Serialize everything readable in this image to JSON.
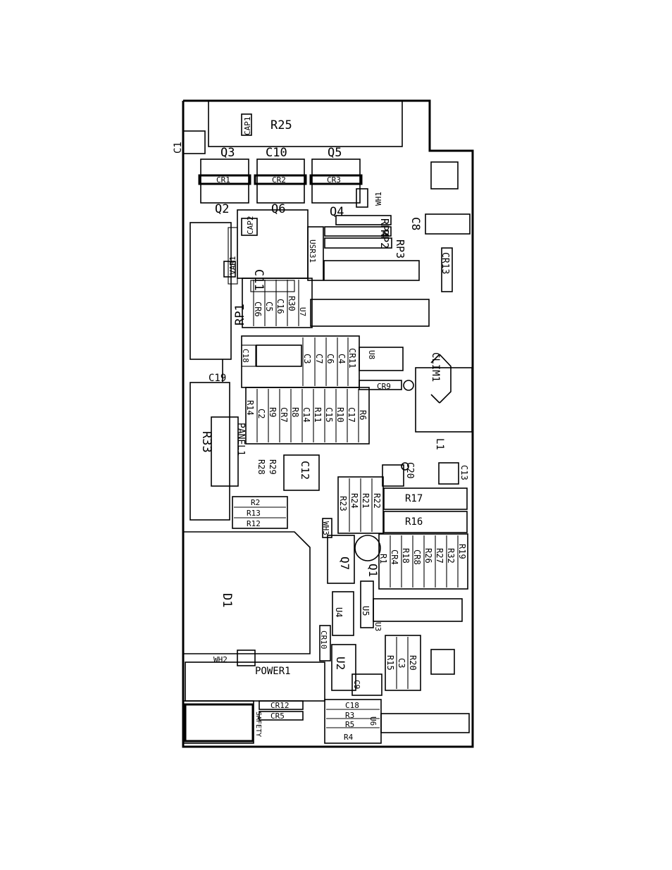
{
  "labels": {
    "R25": "R25",
    "CAP1": "CAP1",
    "C1": "C1",
    "Q3": "Q3",
    "C10": "C10",
    "Q5": "Q5",
    "CR1": "CR1",
    "CR2": "CR2",
    "CR3": "CR3",
    "WH1": "WH1",
    "Q2": "Q2",
    "Q6": "Q6",
    "Q4": "Q4",
    "CAP2": "CAP2",
    "C11": "C11",
    "RP4": "RP4",
    "RP2": "RP2",
    "RP3": "RP3",
    "C8": "C8",
    "VAR1": "VAR1",
    "USR31": "USR31",
    "CR13": "CR13",
    "CR6": "CR6",
    "C5": "C5",
    "C16": "C16",
    "R30": "R30",
    "U7": "U7",
    "RP1": "RP1",
    "C18": "C18",
    "C19": "C19",
    "C3": "C3",
    "C7": "C7",
    "C6": "C6",
    "C4b": "C4",
    "CR11": "CR11",
    "U8": "U8",
    "CLIM1": "CLIM1",
    "CR9": "CR9",
    "R14": "R14",
    "C2": "C2",
    "R9": "R9",
    "CR7": "CR7",
    "R8": "R8",
    "C14": "C14",
    "R11": "R11",
    "C15": "C15",
    "R10": "R10",
    "C17": "C17",
    "R6": "R6",
    "R33": "R33",
    "PANEL1": "PANEL1",
    "R28": "R28",
    "R29": "R29",
    "C12": "C12",
    "L1": "L1",
    "C20": "C20",
    "C13": "C13",
    "R23": "R23",
    "R24": "R24",
    "R21": "R21",
    "R22": "R22",
    "R17": "R17",
    "R16": "R16",
    "R2": "R2",
    "R13": "R13",
    "R12": "R12",
    "WH3": "WH3",
    "Q7": "Q7",
    "Q1": "Q1",
    "R1": "R1",
    "CR4": "CR4",
    "R18": "R18",
    "CR8": "CR8",
    "R26": "R26",
    "R27": "R27",
    "R32": "R32",
    "R19": "R19",
    "D1": "D1",
    "U5": "U5",
    "U4": "U4",
    "U3": "U3",
    "CR10": "CR10",
    "WH2": "WH2",
    "POWER1": "POWER1",
    "U2": "U2",
    "R15": "R15",
    "C3b": "C3",
    "R20": "R20",
    "C9": "C9",
    "SAFETY": "SAFETY",
    "CR12": "CR12",
    "CR5": "CR5",
    "C18b": "C18",
    "RR3": "R3",
    "RR5": "R5",
    "RR4": "R4",
    "U6": "U6"
  }
}
